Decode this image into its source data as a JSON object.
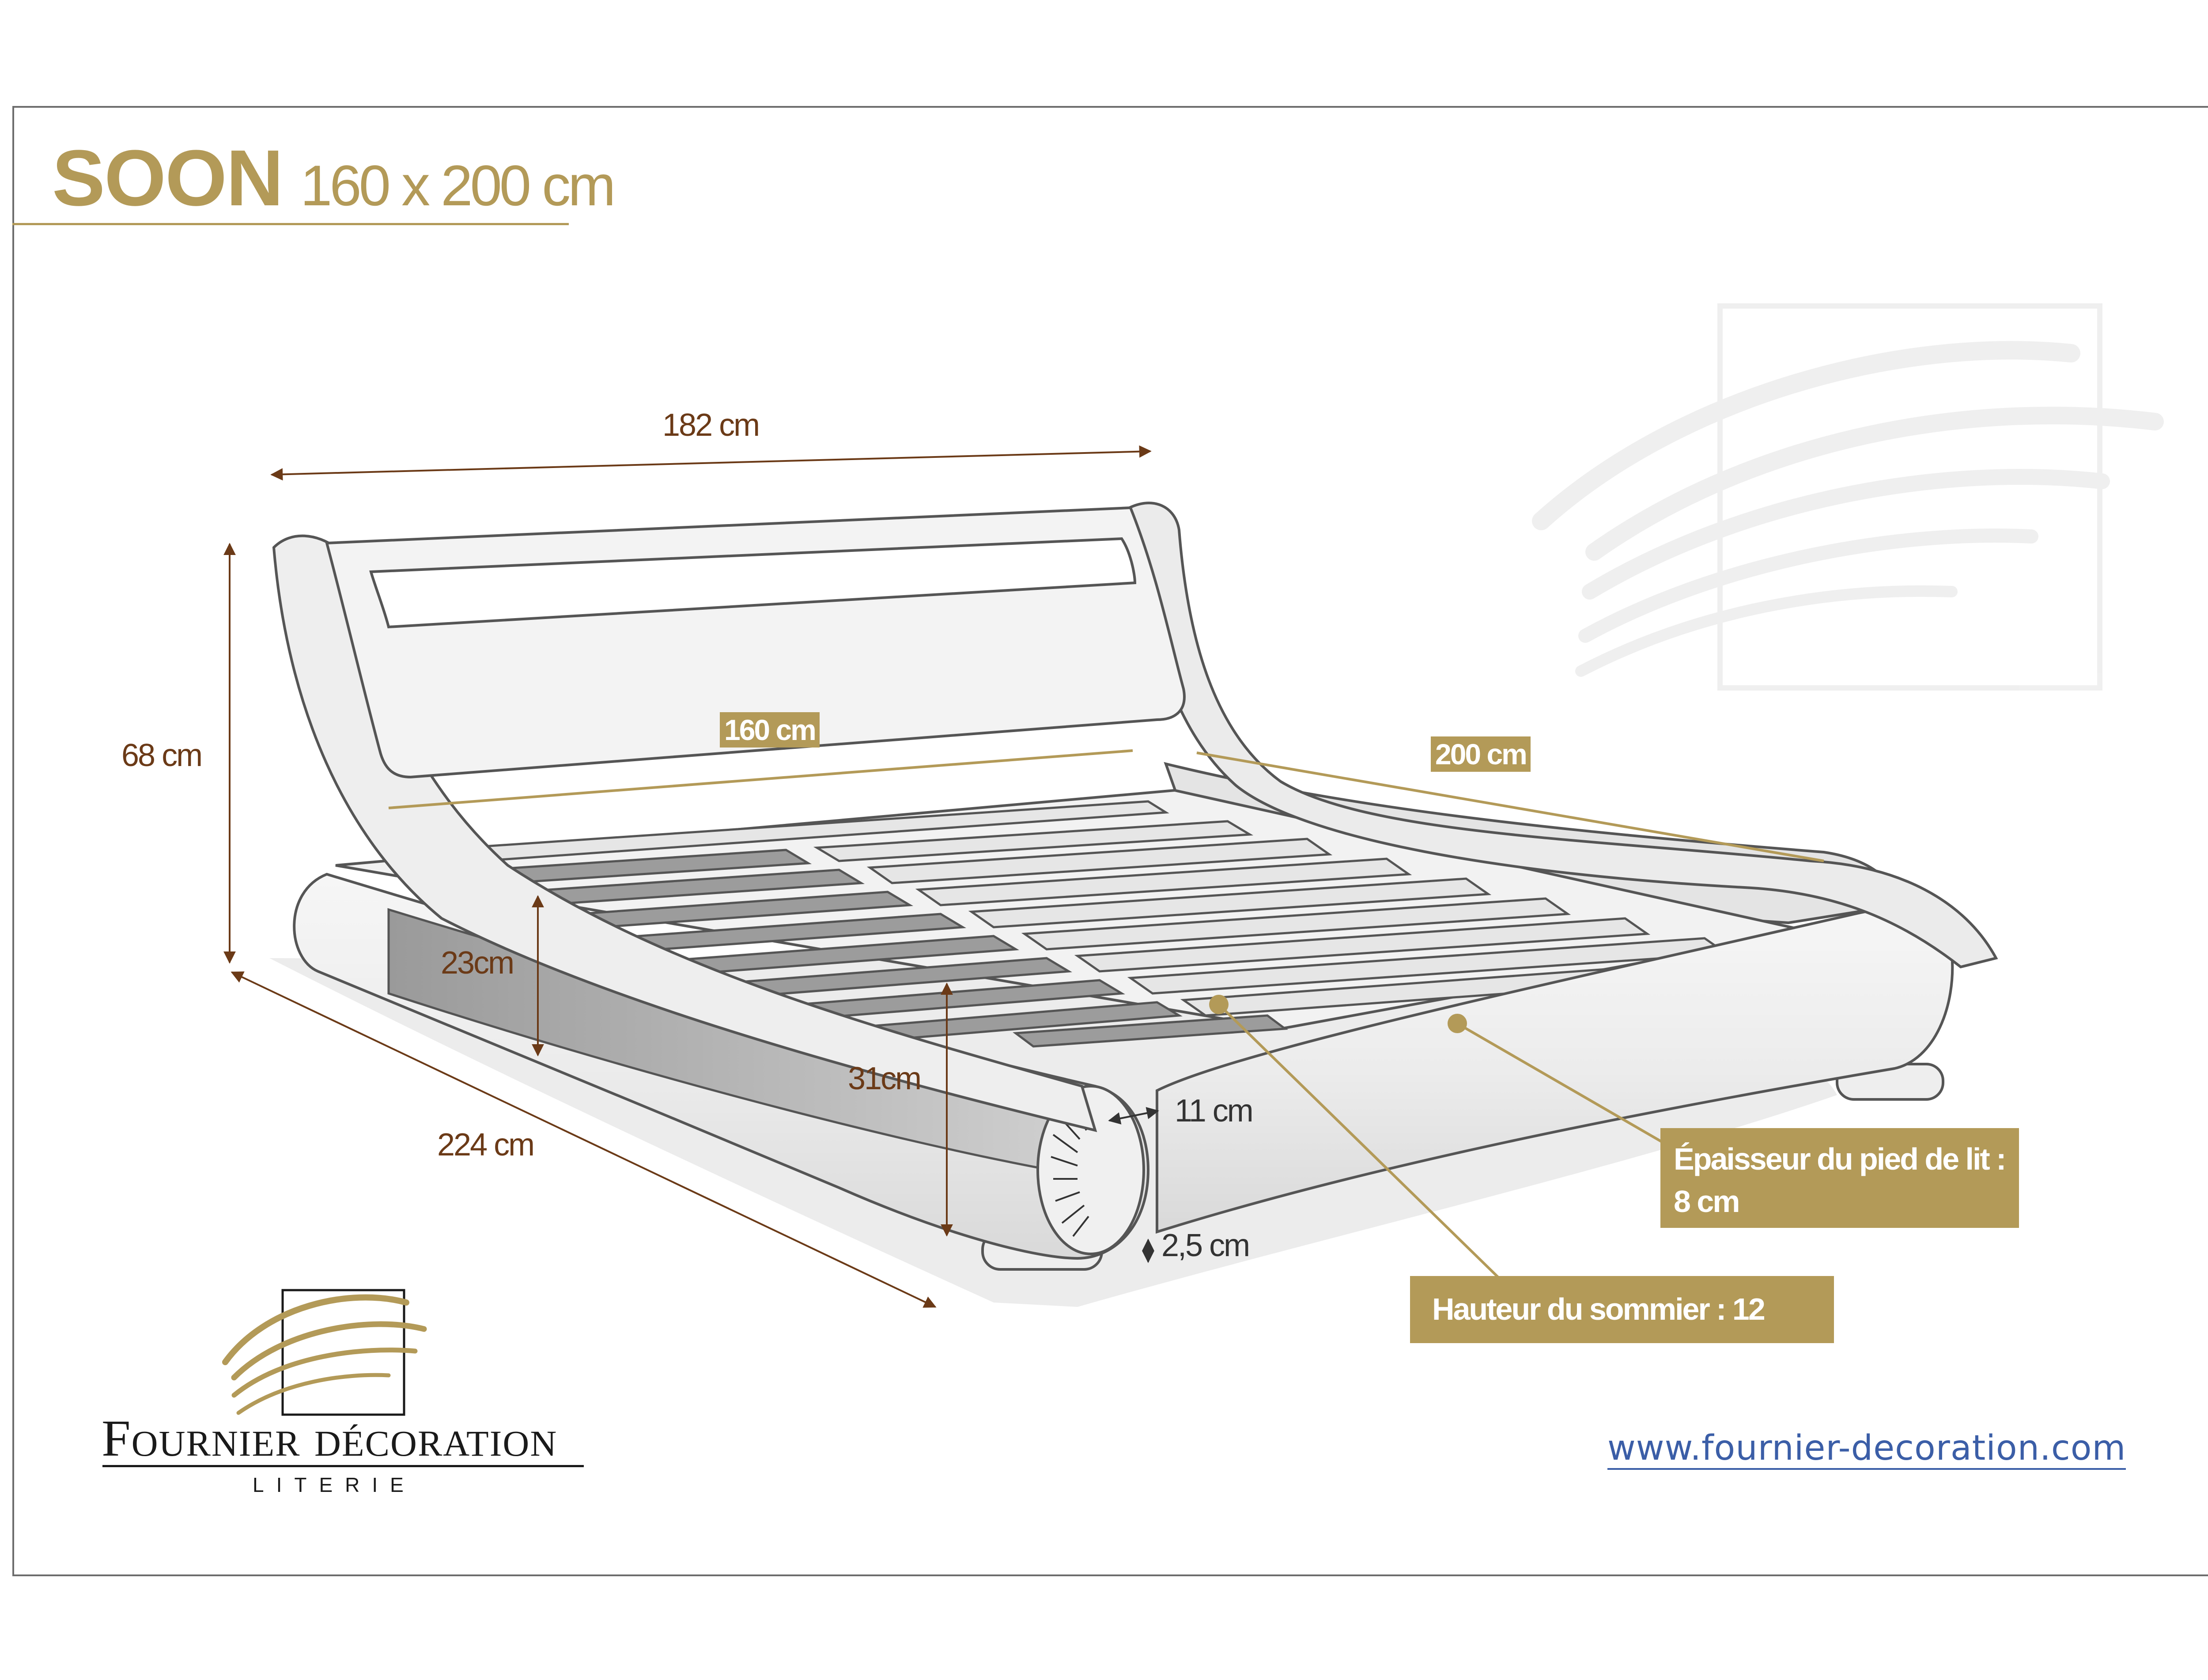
{
  "title": {
    "name": "SOON",
    "size": "160 x 200 cm"
  },
  "dimensions": {
    "width_overall": "182 cm",
    "height_overall": "68 cm",
    "length_overall": "224 cm",
    "headboard_low": "23cm",
    "footboard_height": "31cm",
    "frame_thickness": "11 cm",
    "ground_clearance": "2,5 cm",
    "mattress_width": "160 cm",
    "mattress_length": "200 cm"
  },
  "callouts": {
    "leg_line1": "Épaisseur du pied de lit :",
    "leg_line2": "8 cm",
    "slat_height": "Hauteur du sommier : 12 cm"
  },
  "brand": {
    "name": "Fournier décoration",
    "subtitle": "LITERIE",
    "website": "www.fournier-decoration.com"
  },
  "colors": {
    "gold": "#b39a58",
    "dimension_brown": "#6b3a17",
    "link_blue": "#3b5ea7",
    "outline_gray": "#555555"
  },
  "icons": [
    "brand-logo-mark",
    "watermark-logo-mark",
    "dimension-arrow"
  ]
}
